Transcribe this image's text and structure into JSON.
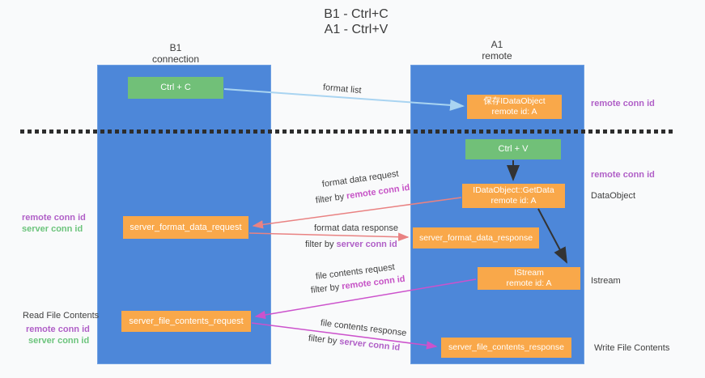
{
  "title": {
    "line1": "B1 - Ctrl+C",
    "line2": "A1 - Ctrl+V"
  },
  "lifelines": {
    "left": {
      "name": "B1",
      "role": "connection"
    },
    "right": {
      "name": "A1",
      "role": "remote"
    }
  },
  "nodes": {
    "ctrl_c": {
      "label": "Ctrl + C"
    },
    "ctrl_v": {
      "label": "Ctrl + V"
    },
    "save_dataobject": {
      "line1": "保存IDataObject",
      "line2": "remote id: A"
    },
    "getdata": {
      "line1": "IDataObject::GetData",
      "line2": "remote id: A"
    },
    "istream": {
      "line1": "IStream",
      "line2": "remote id: A"
    },
    "format_request": {
      "label": "server_format_data_request"
    },
    "format_response": {
      "label": "server_format_data_response"
    },
    "file_request": {
      "label": "server_file_contents_request"
    },
    "file_response": {
      "label": "server_file_contents_response"
    }
  },
  "edge_labels": {
    "format_list": "format list",
    "format_data_request": "format data request",
    "format_data_request_filter_prefix": "filter by ",
    "format_data_request_filter_key": "remote conn id",
    "format_data_response": "format data response",
    "format_data_response_filter_prefix": "filter by ",
    "format_data_response_filter_key": "server conn id",
    "file_contents_request": "file contents request",
    "file_contents_request_filter_prefix": "filter by ",
    "file_contents_request_filter_key": "remote conn id",
    "file_contents_response": "file contents response",
    "file_contents_response_filter_prefix": "filter by ",
    "file_contents_response_filter_key": "server conn id"
  },
  "side_labels": {
    "right_remote_conn_id_top": "remote conn id",
    "right_remote_conn_id_mid": "remote conn id",
    "right_dataobject": "DataObject",
    "right_istream": "Istream",
    "right_write_file_contents": "Write File Contents",
    "left_remote_conn_id_mid": "remote conn id",
    "left_server_conn_id_mid": "server conn id",
    "left_read_file_contents": "Read File Contents",
    "left_remote_conn_id_bottom": "remote conn id",
    "left_server_conn_id_bottom": "server conn id"
  },
  "colors": {
    "lifeline_blue": "#4d87d9",
    "box_green": "#71c078",
    "box_orange": "#f9a84a",
    "arrow_light_blue": "#a9d4f1",
    "arrow_black": "#333333",
    "arrow_salmon": "#e98282",
    "arrow_magenta": "#cc52cc",
    "label_purple": "#b05fc7",
    "label_green": "#6cc47c",
    "divider_dark": "#2d2d2d",
    "text_dark": "#3f3f3f"
  }
}
